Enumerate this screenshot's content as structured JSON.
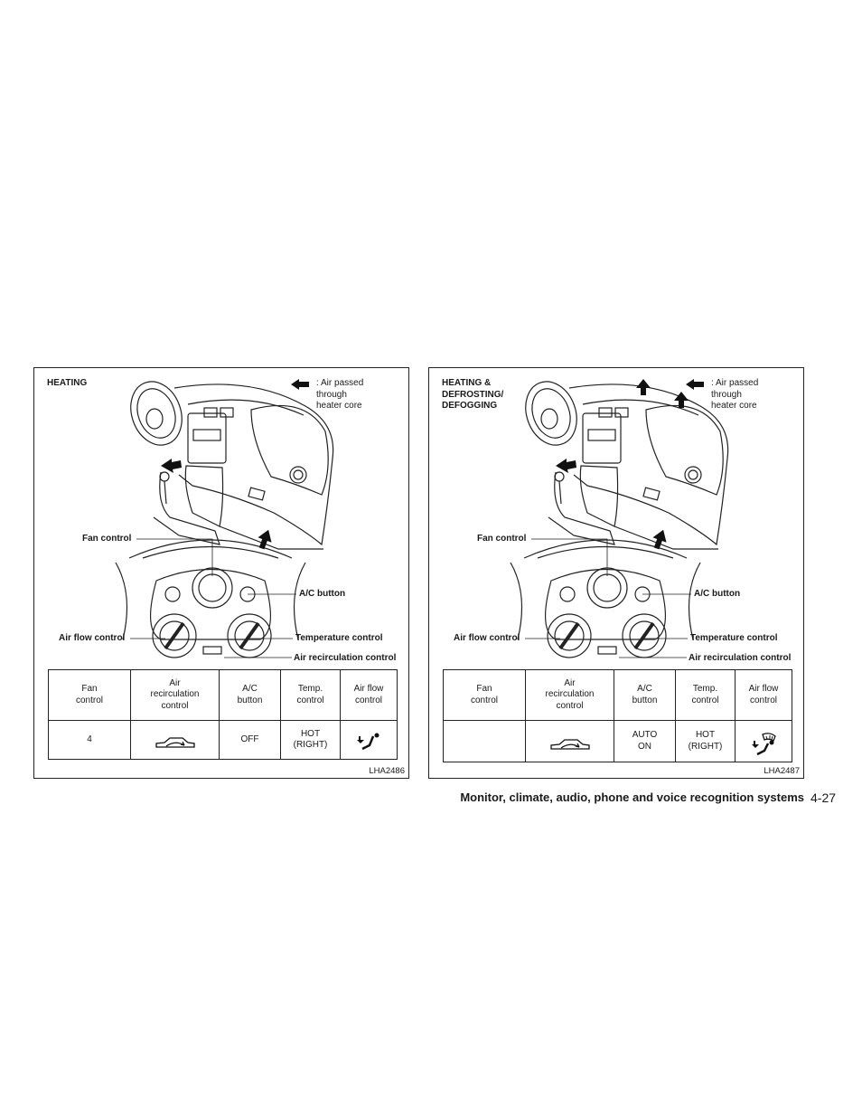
{
  "figures": [
    {
      "title": "HEATING",
      "legend": ": Air passed\nthrough\nheater core",
      "labels": {
        "fan_control": "Fan control",
        "ac_button": "A/C button",
        "air_flow_control": "Air flow control",
        "temperature_control": "Temperature control",
        "air_recirculation_control": "Air recirculation control"
      },
      "table": {
        "headers": [
          "Fan\ncontrol",
          "Air\nrecirculation\ncontrol",
          "A/C\nbutton",
          "Temp.\ncontrol",
          "Air flow\ncontrol"
        ],
        "row": {
          "fan": "4",
          "recirc_icon": "car-recirculation-icon",
          "ac": "OFF",
          "temp": "HOT\n(RIGHT)",
          "airflow_icon": "foot-vent-icon"
        }
      },
      "code": "LHA2486"
    },
    {
      "title": "HEATING &\nDEFROSTING/\nDEFOGGING",
      "legend": ": Air passed\nthrough\nheater core",
      "labels": {
        "fan_control": "Fan control",
        "ac_button": "A/C button",
        "air_flow_control": "Air flow control",
        "temperature_control": "Temperature control",
        "air_recirculation_control": "Air recirculation control"
      },
      "table": {
        "headers": [
          "Fan\ncontrol",
          "Air\nrecirculation\ncontrol",
          "A/C\nbutton",
          "Temp.\ncontrol",
          "Air flow\ncontrol"
        ],
        "row": {
          "fan": "",
          "recirc_icon": "car-recirculation-icon",
          "ac": "AUTO\nON",
          "temp": "HOT\n(RIGHT)",
          "airflow_icon": "defrost-foot-vent-icon"
        }
      },
      "code": "LHA2487"
    }
  ],
  "footer": {
    "section": "Monitor, climate, audio, phone and voice recognition systems",
    "page": "4-27"
  }
}
